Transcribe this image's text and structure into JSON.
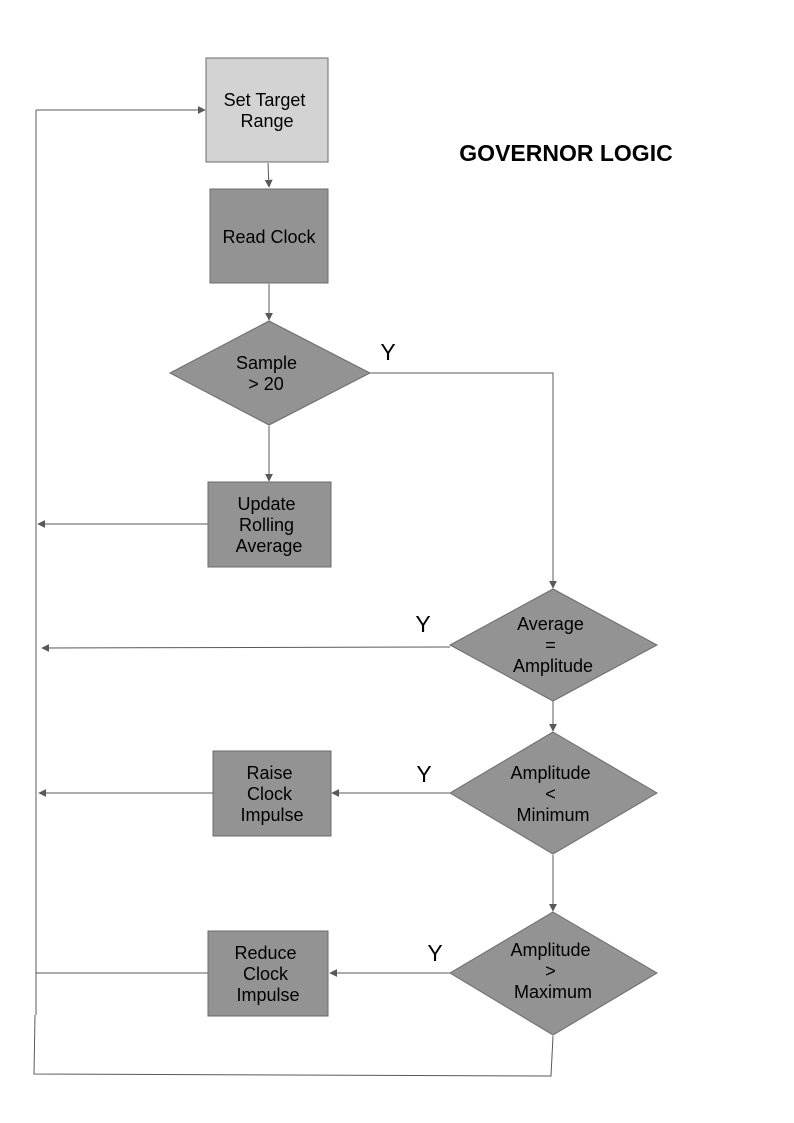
{
  "title": "GOVERNOR LOGIC",
  "colors": {
    "start_fill": "#d3d3d3",
    "node_fill": "#939393",
    "stroke": "#6b6b6b",
    "line": "#595959",
    "text": "#000000"
  },
  "nodes": {
    "set_target": {
      "shape": "rect",
      "lines": [
        "Set Target",
        "Range"
      ]
    },
    "read_clock": {
      "shape": "rect",
      "lines": [
        "Read Clock"
      ]
    },
    "sample_check": {
      "shape": "diamond",
      "lines": [
        "Sample",
        "> 20"
      ]
    },
    "update_avg": {
      "shape": "rect",
      "lines": [
        "Update",
        "Rolling",
        "Average"
      ]
    },
    "avg_eq_amp": {
      "shape": "diamond",
      "lines": [
        "Average",
        "=",
        "Amplitude"
      ]
    },
    "amp_lt_min": {
      "shape": "diamond",
      "lines": [
        "Amplitude",
        "<",
        "Minimum"
      ]
    },
    "raise_clock": {
      "shape": "rect",
      "lines": [
        "Raise",
        "Clock",
        "Impulse"
      ]
    },
    "amp_gt_max": {
      "shape": "diamond",
      "lines": [
        "Amplitude",
        ">",
        "Maximum"
      ]
    },
    "reduce_clock": {
      "shape": "rect",
      "lines": [
        "Reduce",
        "Clock",
        "Impulse"
      ]
    }
  },
  "branch_labels": {
    "sample_yes": "Y",
    "avg_yes": "Y",
    "min_yes": "Y",
    "max_yes": "Y"
  }
}
